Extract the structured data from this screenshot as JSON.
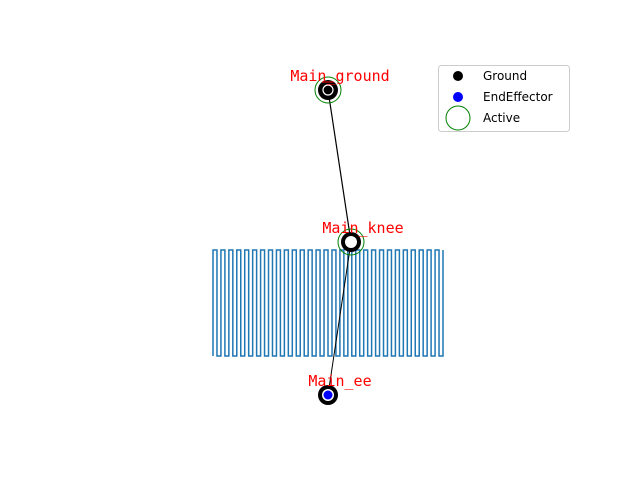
{
  "diagram": {
    "nodes": [
      {
        "id": "ground",
        "label": "Main_ground",
        "kind": "Ground",
        "active": true
      },
      {
        "id": "knee",
        "label": "Main_knee",
        "kind": "Joint",
        "active": true
      },
      {
        "id": "ee",
        "label": "Main_ee",
        "kind": "EndEffector",
        "active": false
      }
    ],
    "links": [
      {
        "from": "ground",
        "to": "knee"
      },
      {
        "from": "knee",
        "to": "ee"
      }
    ],
    "trajectory": {
      "color": "#1f77b4",
      "shape": "square-wave"
    },
    "legend": {
      "entries": [
        {
          "label": "Ground",
          "color": "#000000",
          "marker": "filled-circle"
        },
        {
          "label": "EndEffector",
          "color": "#0000ff",
          "marker": "filled-circle"
        },
        {
          "label": "Active",
          "color": "#008000",
          "marker": "open-circle"
        }
      ]
    }
  }
}
